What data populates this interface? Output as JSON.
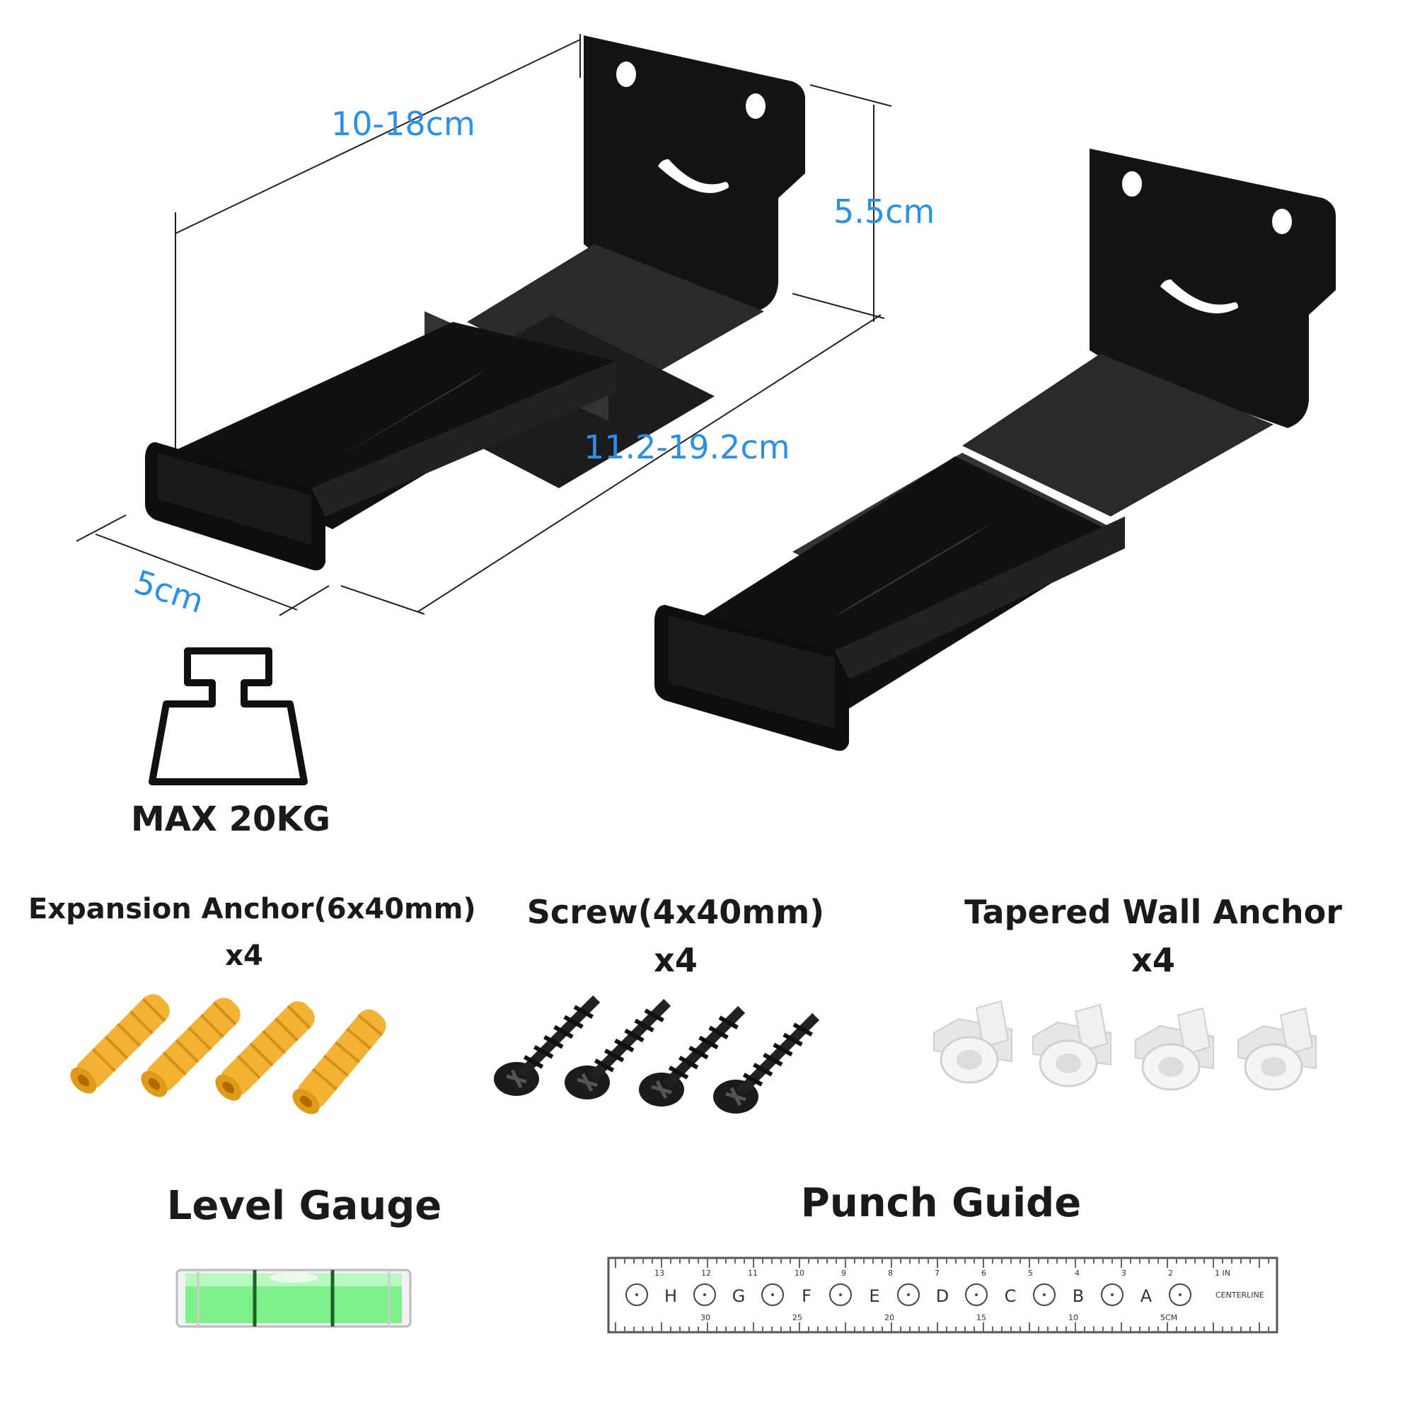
{
  "dimensions": {
    "top_length": "10-18cm",
    "height": "5.5cm",
    "extension": "11.2-19.2cm",
    "width": "5cm"
  },
  "max_load": "MAX 20KG",
  "accessories": [
    {
      "name": "Expansion Anchor(6x40mm)",
      "qty": "x4"
    },
    {
      "name": "Screw(4x40mm)",
      "qty": "x4"
    },
    {
      "name": "Tapered Wall Anchor",
      "qty": "x4"
    }
  ],
  "tools": {
    "level": "Level Gauge",
    "punch": "Punch Guide"
  },
  "punch_guide": {
    "letters": [
      "H",
      "G",
      "F",
      "E",
      "D",
      "C",
      "B",
      "A"
    ],
    "top_ticks": [
      "13",
      "12",
      "11",
      "10",
      "9",
      "8",
      "7",
      "6",
      "5",
      "4",
      "3",
      "2",
      "1 IN"
    ],
    "bottom_ticks": [
      "30",
      "25",
      "20",
      "15",
      "10",
      "5CM"
    ],
    "centerline": "CENTERLINE"
  },
  "colors": {
    "dimension_text": "#2e8fe6",
    "bracket": "#111111",
    "anchor": "#f2b233",
    "level_liquid": "#7ef08a"
  }
}
